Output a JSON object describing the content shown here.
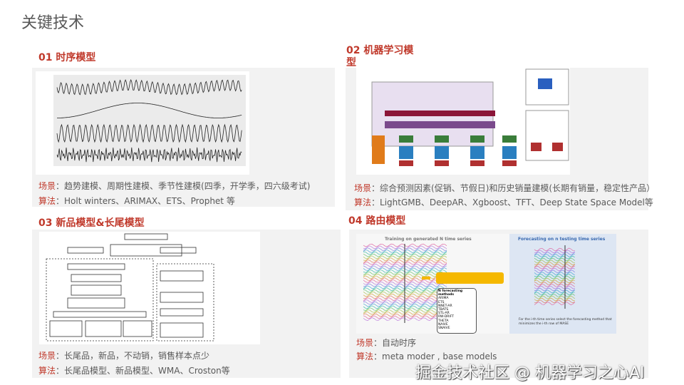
{
  "title": "关键技术",
  "sections": [
    {
      "heading": "01 时序模型",
      "scene_label": "场景",
      "scene": "：趋势建模、周期性建模、季节性建模(四季，开学季，四六级考试)",
      "algo_label": "算法",
      "algo": "：Holt winters、ARIMAX、ETS、Prophet 等"
    },
    {
      "heading": "02 机器学习模型",
      "scene_label": "场景",
      "scene": "：综合预测因素(促销、节假日)和历史销量建模(长期有销量，稳定性产品）",
      "algo_label": "算法",
      "algo": "：LightGMB、DeepAR、Xgboost、TFT、Deep State Space Model等"
    },
    {
      "heading": "03 新品模型&长尾模型",
      "scene_label": "场景",
      "scene": "：长尾品，新品，不动销，销售样本点少",
      "algo_label": "算法",
      "algo": "：长尾品模型、新品模型、WMA、Croston等"
    },
    {
      "heading": "04 路由模型",
      "scene_label": "场景",
      "scene": "：自动时序",
      "algo_label": "算法",
      "algo": "：meta moder , base models"
    }
  ],
  "fig4": {
    "train_title": "Training on generated N time series",
    "test_title": "Forecasting on n testing time series",
    "methods_title": "N forecasting methods",
    "methods": [
      "ARIMA",
      "ETS",
      "NNET-AR",
      "TBATS",
      "STL-AR",
      "RW-DRIFT",
      "THETA",
      "NAIVE",
      "SNAIVE"
    ],
    "note": "For the i-th time series select the forecasting method that minimizes the i-th row of MASE"
  },
  "watermark": "掘金技术社区 @ 机器学习之心AI",
  "colors": {
    "accent": "#c0392b",
    "panel": "#f2f2f2"
  }
}
